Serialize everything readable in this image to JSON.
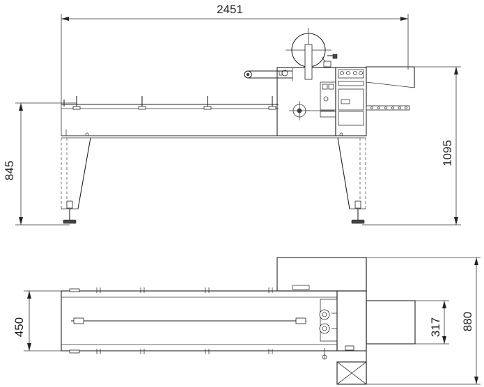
{
  "drawing": {
    "side_view": {
      "overall_length": "2451",
      "table_height": "845",
      "total_height": "1095"
    },
    "top_view": {
      "conveyor_width": "450",
      "outlet_width": "317",
      "total_width": "880"
    }
  }
}
